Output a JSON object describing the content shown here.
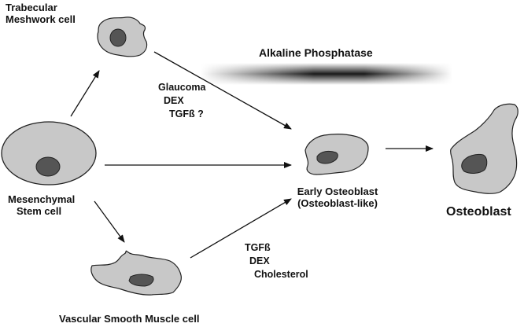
{
  "cells": {
    "trabecular": {
      "line1": "Trabecular",
      "line2": "Meshwork cell"
    },
    "mesenchymal": {
      "line1": "Mesenchymal",
      "line2": "Stem cell"
    },
    "vascular": {
      "label": "Vascular Smooth Muscle cell"
    },
    "early_osteoblast": {
      "line1": "Early Osteoblast",
      "line2": "(Osteoblast-like)"
    },
    "osteoblast": {
      "label": "Osteoblast"
    }
  },
  "gradient": {
    "label": "Alkaline Phosphatase"
  },
  "upper_factors": [
    "Glaucoma",
    "DEX",
    "TGFß ?"
  ],
  "lower_factors": [
    "TGFß",
    "DEX",
    "Cholesterol"
  ],
  "colors": {
    "cell_fill": "#c8c8c8",
    "nucleus_fill": "#555555",
    "outline": "#222222"
  }
}
